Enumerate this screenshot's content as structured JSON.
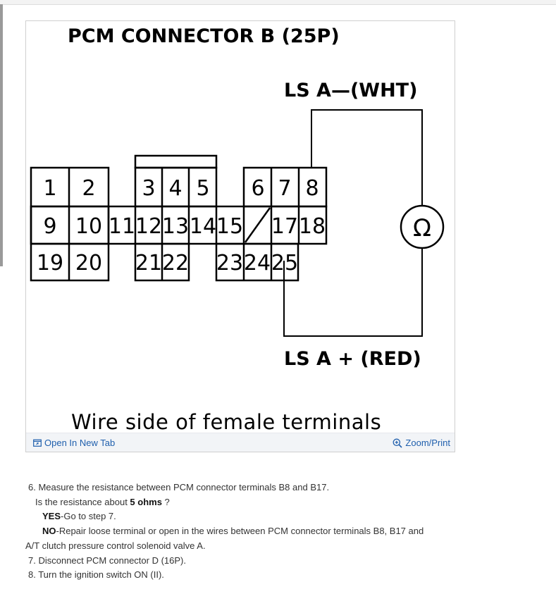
{
  "diagram": {
    "title": "PCM CONNECTOR B (25P)",
    "wire_minus_label": "LS A—(WHT)",
    "wire_plus_label": "LS A + (RED)",
    "meter_symbol": "Ω",
    "caption": "Wire side of female terminals",
    "pins": {
      "p1": "1",
      "p2": "2",
      "p3": "3",
      "p4": "4",
      "p5": "5",
      "p6": "6",
      "p7": "7",
      "p8": "8",
      "p9": "9",
      "p10": "10",
      "p11": "11",
      "p12": "12",
      "p13": "13",
      "p14": "14",
      "p15": "15",
      "p17": "17",
      "p18": "18",
      "p19": "19",
      "p20": "20",
      "p21": "21",
      "p22": "22",
      "p23": "23",
      "p24": "24",
      "p25": "25"
    }
  },
  "toolbar": {
    "open_new_tab": "Open In New Tab",
    "zoom_print": "Zoom/Print",
    "open_icon": "new-tab-icon",
    "zoom_icon": "zoom-in-icon",
    "link_color": "#1f5fad"
  },
  "steps": {
    "step6": "6. Measure the resistance between PCM connector terminals B8 and B17.",
    "question_prefix": "Is the resistance about ",
    "question_value": "5 ohms",
    "question_suffix": " ?",
    "yes_label": "YES",
    "yes_text": "-Go to step 7.",
    "no_label": "NO",
    "no_text": "-Repair loose terminal or open in the wires between PCM connector terminals B8, B17 and",
    "no_text_cont": "A/T clutch pressure control solenoid valve A.",
    "step7": "7. Disconnect PCM connector D (16P).",
    "step8": "8. Turn the ignition switch ON (II)."
  }
}
